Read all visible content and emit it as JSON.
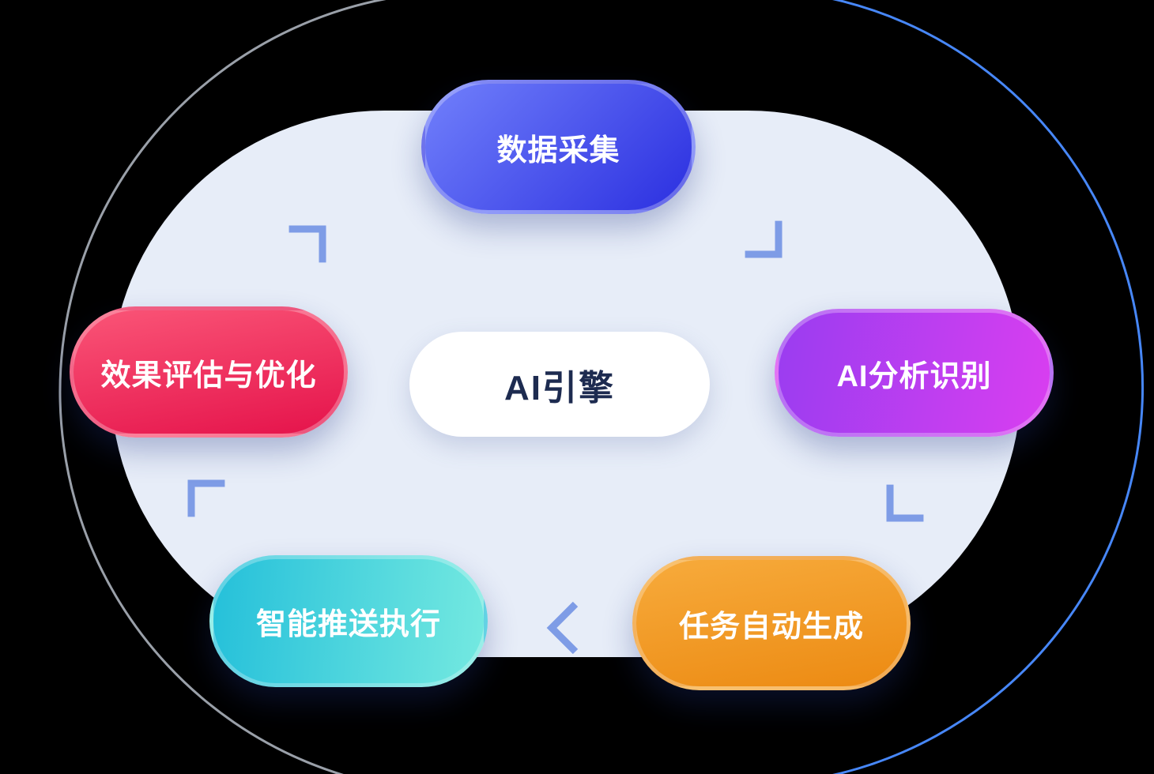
{
  "diagram": {
    "center_node": {
      "label": "AI引擎",
      "bg_color": "#ffffff",
      "text_color": "#1d2b50"
    },
    "nodes": [
      {
        "id": "data-collection",
        "label": "数据采集",
        "position": "top",
        "color_from": "#7180fb",
        "color_to": "#2b2fe0"
      },
      {
        "id": "ai-analysis",
        "label": "AI分析识别",
        "position": "right",
        "color_from": "#9a3df0",
        "color_to": "#d93ef0"
      },
      {
        "id": "task-generation",
        "label": "任务自动生成",
        "position": "bottom-right",
        "color_from": "#f7ab3c",
        "color_to": "#ec8a12"
      },
      {
        "id": "smart-push",
        "label": "智能推送执行",
        "position": "bottom-left",
        "color_from": "#25c0da",
        "color_to": "#74e9e0"
      },
      {
        "id": "evaluation",
        "label": "效果评估与优化",
        "position": "left",
        "color_from": "#fa5577",
        "color_to": "#e5134b"
      }
    ],
    "arrow_color": "#7e9ce6",
    "blob_color": "#e7edf8",
    "ring_left_color": "#9aa0a9",
    "ring_right_color": "#4787f8",
    "background_color": "#000000"
  }
}
